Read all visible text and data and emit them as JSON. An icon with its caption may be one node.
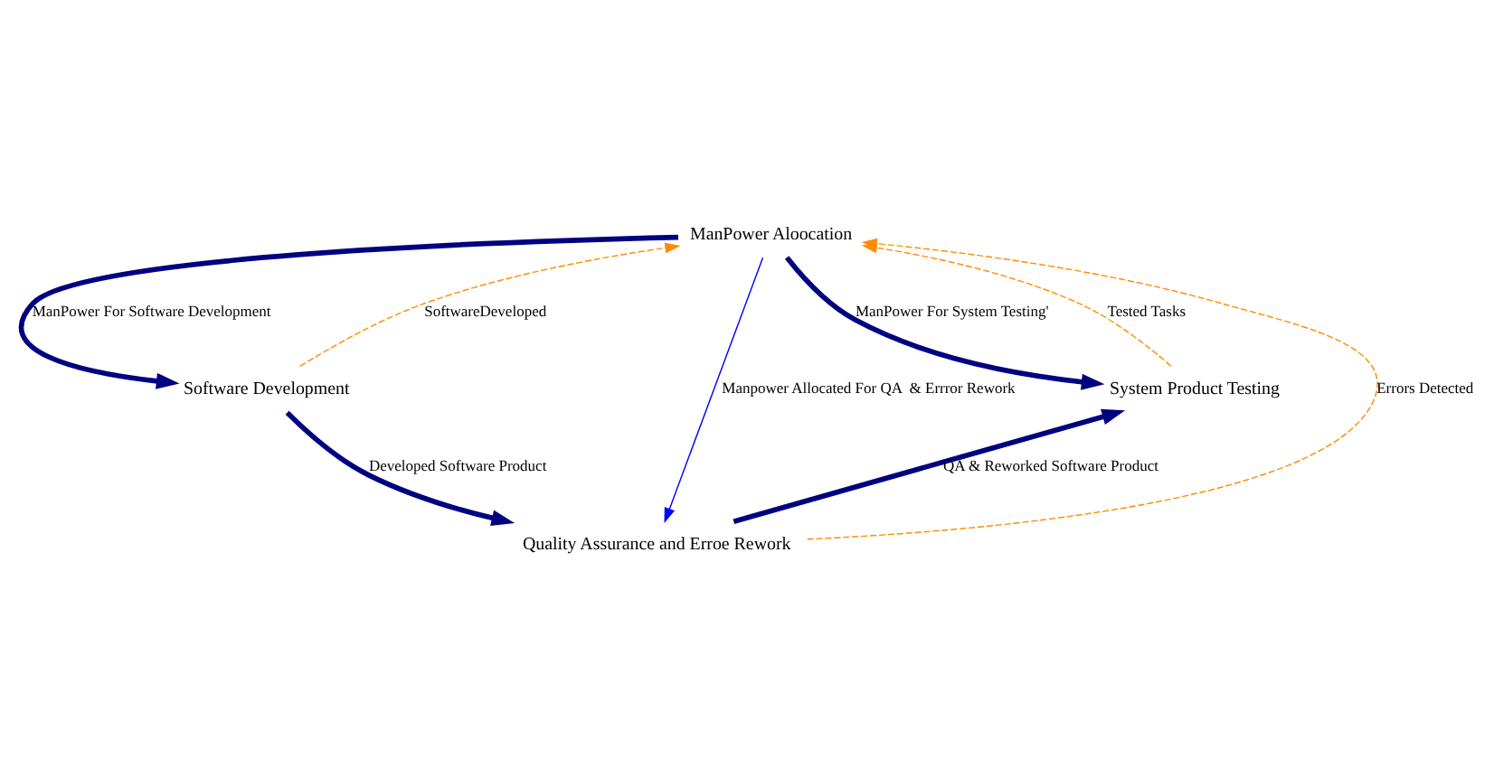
{
  "diagram": {
    "nodes": [
      {
        "text": [
          "ManPower Aloocation"
        ]
      },
      {
        "text": [
          "Software Development"
        ]
      },
      {
        "text": [
          "Quality Assurance and Erroe Rework"
        ]
      },
      {
        "text": [
          "System Product Testing"
        ]
      }
    ],
    "edges": [
      {
        "from": 0,
        "to": 1,
        "arrow": "to",
        "style": "thick",
        "label": "ManPower For Software Development"
      },
      {
        "from": 0,
        "to": 3,
        "arrow": "to",
        "style": "thick",
        "label": "ManPower For System Testing'"
      },
      {
        "from": 1,
        "to": 0,
        "arrow": "to",
        "style": "dashed",
        "color": "#ff8c00",
        "label": "SoftwareDeveloped"
      },
      {
        "from": 2,
        "to": 0,
        "arrow": "to",
        "style": "dashed",
        "color": "#ff8c00",
        "label": "Errors Detected"
      },
      {
        "from": 3,
        "to": 0,
        "arrow": "to",
        "style": "dashed",
        "color": "#ff8c00",
        "label": "Tested Tasks"
      },
      {
        "from": 0,
        "to": 2,
        "arrow": "to",
        "color": "#0000ff",
        "label": "Manpower Allocated For QA  & Errror Rework"
      },
      {
        "from": 1,
        "to": 2,
        "arrow": "to",
        "style": "thick",
        "label": "Developed Software Product"
      },
      {
        "from": 2,
        "to": 3,
        "arrow": "to",
        "style": "thick",
        "label": "QA & Reworked Software Product"
      }
    ]
  }
}
